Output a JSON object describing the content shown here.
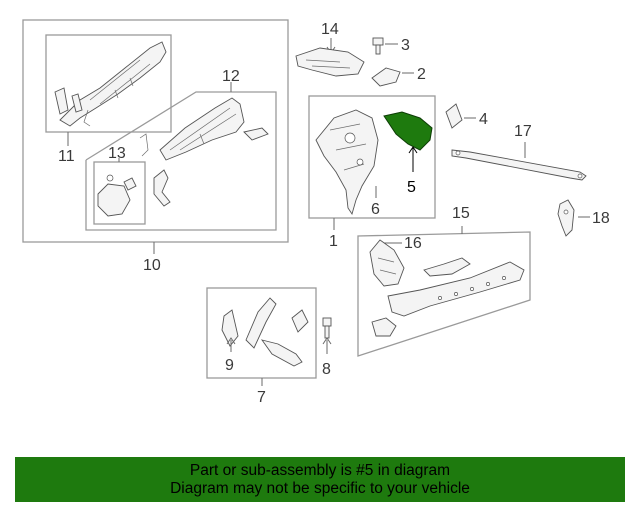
{
  "callouts": {
    "c1": "1",
    "c2": "2",
    "c3": "3",
    "c4": "4",
    "c5": "5",
    "c6": "6",
    "c7": "7",
    "c8": "8",
    "c9": "9",
    "c10": "10",
    "c11": "11",
    "c12": "12",
    "c13": "13",
    "c14": "14",
    "c15": "15",
    "c16": "16",
    "c17": "17",
    "c18": "18"
  },
  "highlighted_part": "5",
  "colors": {
    "highlight": "#1e7a0e",
    "banner": "#1e7a0e",
    "frame": "#9a9a9a"
  },
  "footer": {
    "line1": "Part or sub-assembly is #5 in diagram",
    "line2": "Diagram may not be specific to your vehicle"
  }
}
